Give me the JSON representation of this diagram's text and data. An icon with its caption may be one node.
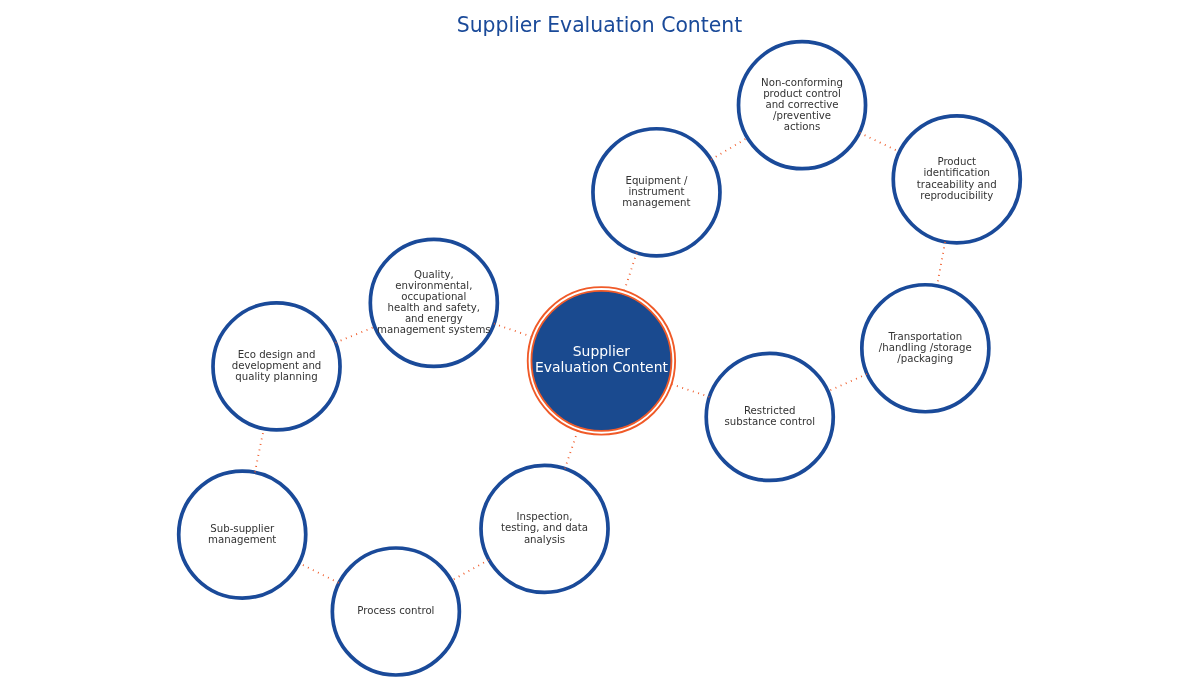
{
  "diagram": {
    "title": "Supplier Evaluation Content",
    "nodes": [
      {
        "text": [
          "Quality, environmental, occupational health and safety, and energy management systems"
        ]
      },
      {
        "text": [
          "Equipment / instrument management"
        ]
      },
      {
        "text": [
          "Eco design and development and quality planning"
        ]
      },
      {
        "text": [
          "Non-conforming product control and corrective /preventive actions"
        ]
      },
      {
        "text": [
          "Supplier Evaluation Content"
        ]
      },
      {
        "text": [
          "Sub-supplier management"
        ]
      },
      {
        "text": [
          "Product identification traceability and reproducibility"
        ]
      },
      {
        "text": [
          "Transportation /handling /storage /packaging"
        ]
      },
      {
        "text": [
          "Process control"
        ]
      },
      {
        "text": [
          "Inspection, testing, and data analysis"
        ]
      },
      {
        "text": [
          "Restricted substance control"
        ]
      }
    ],
    "edges": [
      {
        "from": 4,
        "to": 0,
        "arrow": "none"
      },
      {
        "from": 4,
        "to": 1,
        "arrow": "none"
      },
      {
        "from": 4,
        "to": 9,
        "arrow": "none"
      },
      {
        "from": 4,
        "to": 10,
        "arrow": "none"
      },
      {
        "from": 2,
        "to": 0,
        "arrow": "none"
      },
      {
        "from": 1,
        "to": 3,
        "arrow": "none"
      },
      {
        "from": 3,
        "to": 6,
        "arrow": "none"
      },
      {
        "from": 6,
        "to": 7,
        "arrow": "none"
      },
      {
        "from": 7,
        "to": 10,
        "arrow": "none"
      },
      {
        "from": 9,
        "to": 8,
        "arrow": "none"
      },
      {
        "from": 8,
        "to": 5,
        "arrow": "none"
      },
      {
        "from": 5,
        "to": 2,
        "arrow": "none"
      }
    ]
  }
}
